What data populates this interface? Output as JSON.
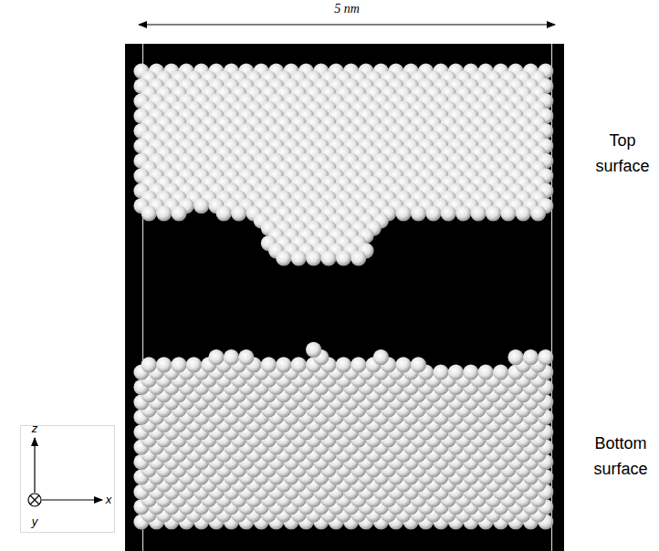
{
  "diagram": {
    "labels": [
      "5 nm",
      "Top surface",
      "Bottom surface",
      "z",
      "x",
      "y"
    ]
  }
}
